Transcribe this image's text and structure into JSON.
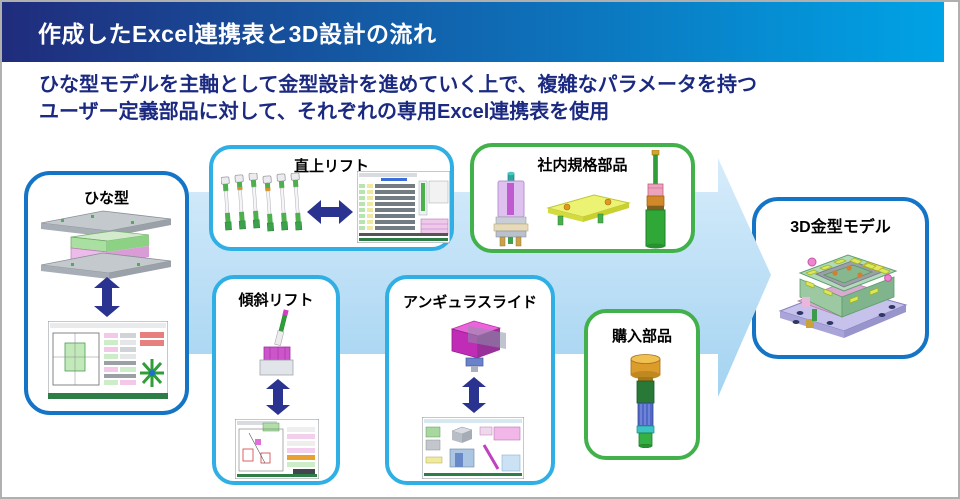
{
  "header": {
    "title": "作成したExcel連携表と3D設計の流れ"
  },
  "subtitle": {
    "line1": "ひな型モデルを主軸として金型設計を進めていく上で、複雑なパラメータを持つ",
    "line2": "ユーザー定義部品に対して、それぞれの専用Excel連携表を使用"
  },
  "diagram": {
    "hinagata": {
      "label": "ひな型"
    },
    "chokujo_lift": {
      "label": "直上リフト"
    },
    "shanai_kikaku_buhin": {
      "label": "社内規格部品"
    },
    "keisha_lift": {
      "label": "傾斜リフト"
    },
    "angular_slide": {
      "label": "アンギュラスライド"
    },
    "konyu_buhin": {
      "label": "購入部品"
    },
    "mold_3d_model": {
      "label": "3D金型モデル"
    }
  },
  "theme": {
    "header_left": "#202c7c",
    "header_right": "#00a3e6",
    "subtitle_color": "#1b2a80",
    "border_blue": "#1474c5",
    "border_cyan": "#2fafe3",
    "border_green": "#43b14b",
    "double_arrow": "#2b3391",
    "flow_arrow_top": "#d7ecfb",
    "flow_arrow_bottom": "#a3d3f1",
    "slide_border": "#b0b0b0"
  }
}
